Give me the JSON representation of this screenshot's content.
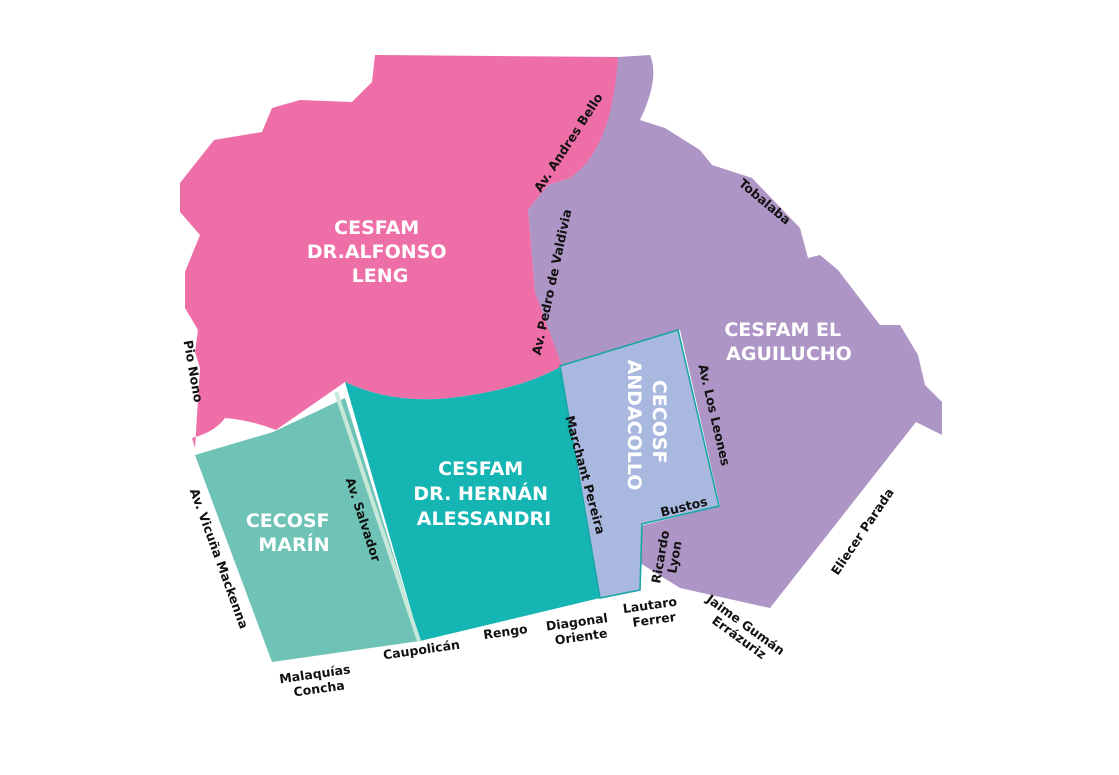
{
  "colors": {
    "background": "#ffffff",
    "alfonso_leng": "#ee6fa8",
    "el_aguilucho": "#ad95c5",
    "hernan_alessandri": "#15b5b3",
    "andacollo": "#a9b8df",
    "marin": "#6fc3b6",
    "zone_label": "#ffffff",
    "street_label": "#111111"
  },
  "zones": {
    "alfonso_leng": {
      "line1": "CESFAM",
      "line2": "DR.ALFONSO",
      "line3": "LENG"
    },
    "el_aguilucho": {
      "line1": "CESFAM EL",
      "line2": "AGUILUCHO"
    },
    "hernan_alessandri": {
      "line1": "CESFAM",
      "line2": "DR. HERNÁN",
      "line3": "ALESSANDRI"
    },
    "andacollo": {
      "line1": "CECOSF",
      "line2": "ANDACOLLO"
    },
    "marin": {
      "line1": "CECOSF",
      "line2": "MARÍN"
    }
  },
  "streets": {
    "andres_bello": "Av. Andres Bello",
    "tobalaba": "Tobalaba",
    "pedro_de_valdivia": "Av. Pedro de Valdivia",
    "pio_nono": "Pio Nono",
    "los_leones": "Av. Los Leones",
    "marchant_pereira": "Marchant Pereira",
    "salvador": "Av. Salvador",
    "vicuna_mackenna": "Av. Vicuña Mackenna",
    "bustos": "Bustos",
    "ricardo_lyon": {
      "line1": "Ricardo",
      "line2": "Lyon"
    },
    "eliecer_parada": "Eliecer Parada",
    "jaime_guzman": {
      "line1": "Jaime Gumán",
      "line2": "Errázuriz"
    },
    "lautaro_ferrer": {
      "line1": "Lautaro",
      "line2": "Ferrer"
    },
    "diagonal_oriente": {
      "line1": "Diagonal",
      "line2": "Oriente"
    },
    "rengo": "Rengo",
    "caupolican": "Caupolicán",
    "malaquias_concha": {
      "line1": "Malaquías",
      "line2": "Concha"
    }
  }
}
